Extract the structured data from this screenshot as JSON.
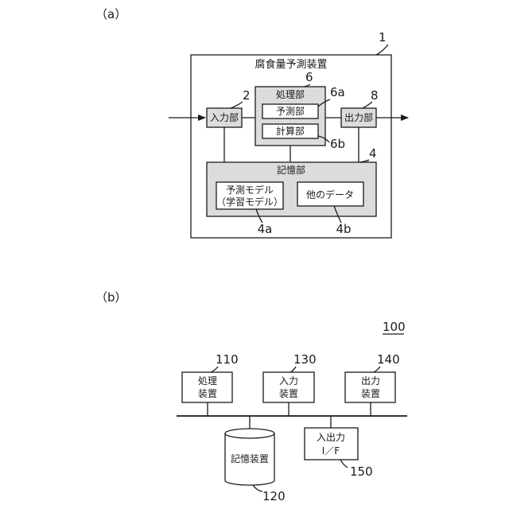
{
  "figure_a": {
    "label": "（a）",
    "device": {
      "ref": "1",
      "title": "腐食量予測装置"
    },
    "processing": {
      "ref": "6",
      "label": "処理部",
      "prediction": {
        "ref": "6a",
        "label": "予測部"
      },
      "calculation": {
        "ref": "6b",
        "label": "計算部"
      }
    },
    "input": {
      "ref": "2",
      "label": "入力部"
    },
    "output": {
      "ref": "8",
      "label": "出力部"
    },
    "storage": {
      "ref": "4",
      "label": "記憶部",
      "model": {
        "ref": "4a",
        "line1": "予測モデル",
        "line2": "（学習モデル）"
      },
      "other": {
        "ref": "4b",
        "label": "他のデータ"
      }
    }
  },
  "figure_b": {
    "label": "（b）",
    "system_ref": "100",
    "processing_device": {
      "ref": "110",
      "line1": "処理",
      "line2": "装置"
    },
    "input_device": {
      "ref": "130",
      "line1": "入力",
      "line2": "装置"
    },
    "output_device": {
      "ref": "140",
      "line1": "出力",
      "line2": "装置"
    },
    "storage_device": {
      "ref": "120",
      "label": "記憶装置"
    },
    "io_interface": {
      "ref": "150",
      "line1": "入出力",
      "line2": "I／F"
    }
  }
}
